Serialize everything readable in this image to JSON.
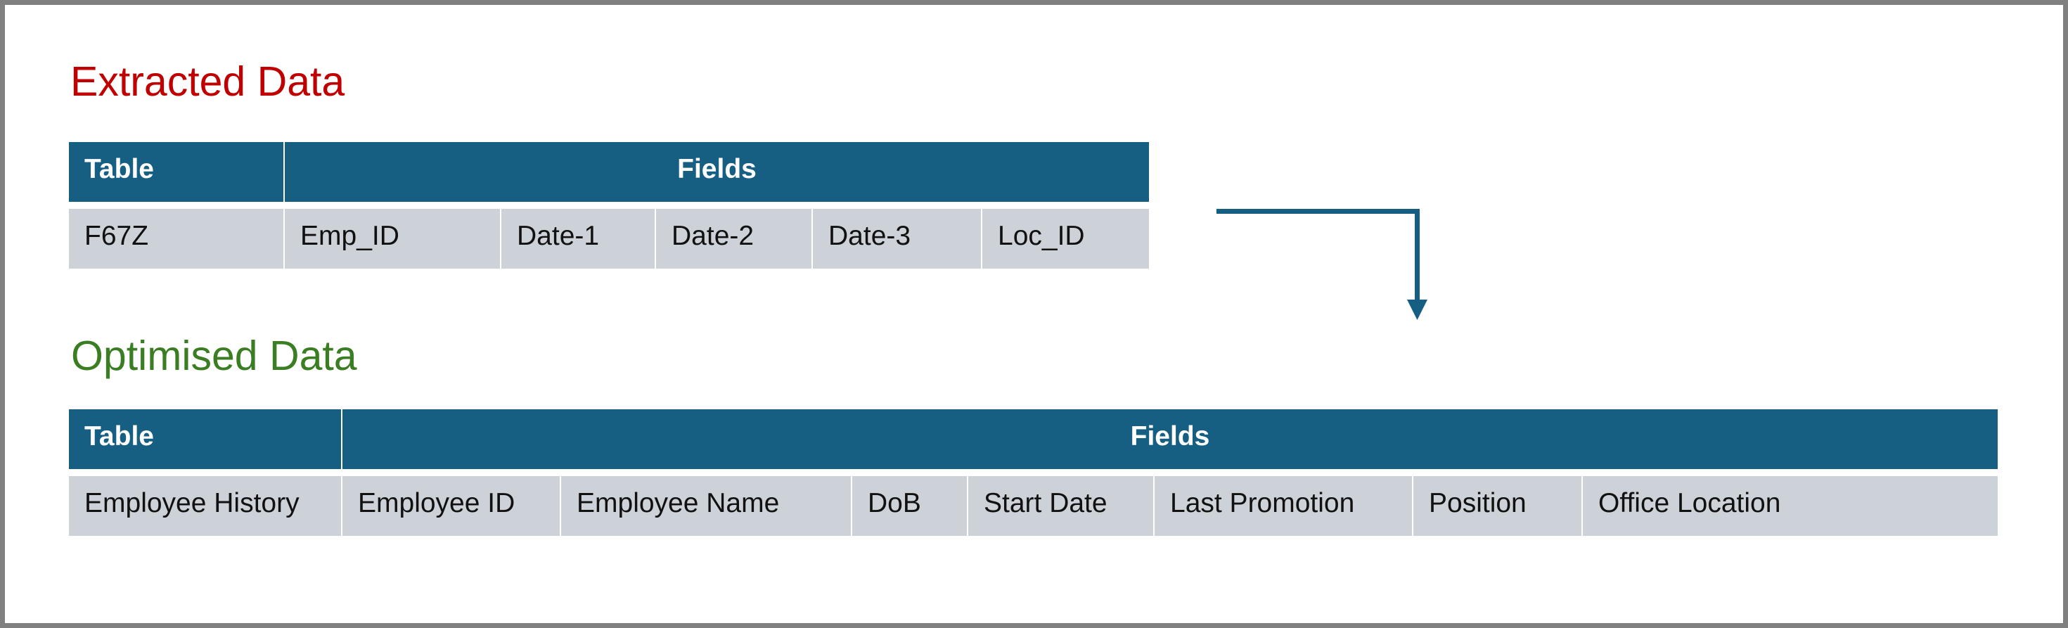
{
  "colors": {
    "header_bg": "#175F82",
    "body_bg": "#CDD1D8",
    "extracted_title": "#C00000",
    "optimised_title": "#3A7D22",
    "arrow": "#175F82",
    "frame_border": "#808080"
  },
  "extracted": {
    "title": "Extracted Data",
    "header": {
      "table_label": "Table",
      "fields_label": "Fields"
    },
    "row": {
      "table": "F67Z",
      "fields": [
        "Emp_ID",
        "Date-1",
        "Date-2",
        "Date-3",
        "Loc_ID"
      ]
    }
  },
  "arrow": {
    "icon": "elbow-arrow-down-icon",
    "direction": "right-then-down"
  },
  "optimised": {
    "title": "Optimised Data",
    "header": {
      "table_label": "Table",
      "fields_label": "Fields"
    },
    "row": {
      "table": "Employee History",
      "fields": [
        "Employee ID",
        "Employee Name",
        "DoB",
        "Start Date",
        "Last Promotion",
        "Position",
        "Office Location"
      ]
    }
  }
}
